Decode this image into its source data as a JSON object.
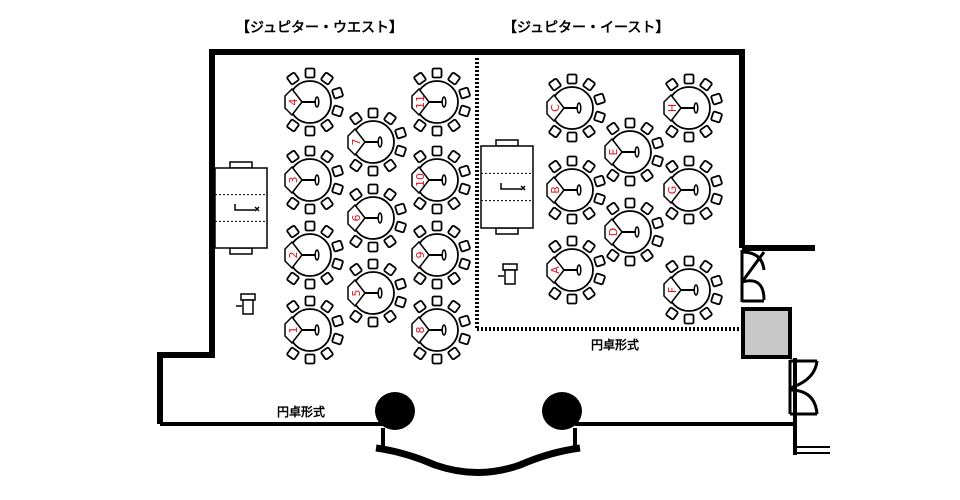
{
  "rooms": {
    "west": {
      "title": "【ジュピター・ウエスト】",
      "layout_label": "円卓形式"
    },
    "east": {
      "title": "【ジュピター・イースト】",
      "layout_label": "円卓形式"
    }
  },
  "tables": {
    "west": [
      "4",
      "11",
      "7",
      "3",
      "10",
      "6",
      "2",
      "9",
      "5",
      "1",
      "8"
    ],
    "east": [
      "C",
      "H",
      "E",
      "B",
      "G",
      "D",
      "A",
      "F"
    ]
  },
  "colors": {
    "wall": "#000000",
    "table_label": "#e0141e",
    "storage": "#c8c8c8"
  }
}
